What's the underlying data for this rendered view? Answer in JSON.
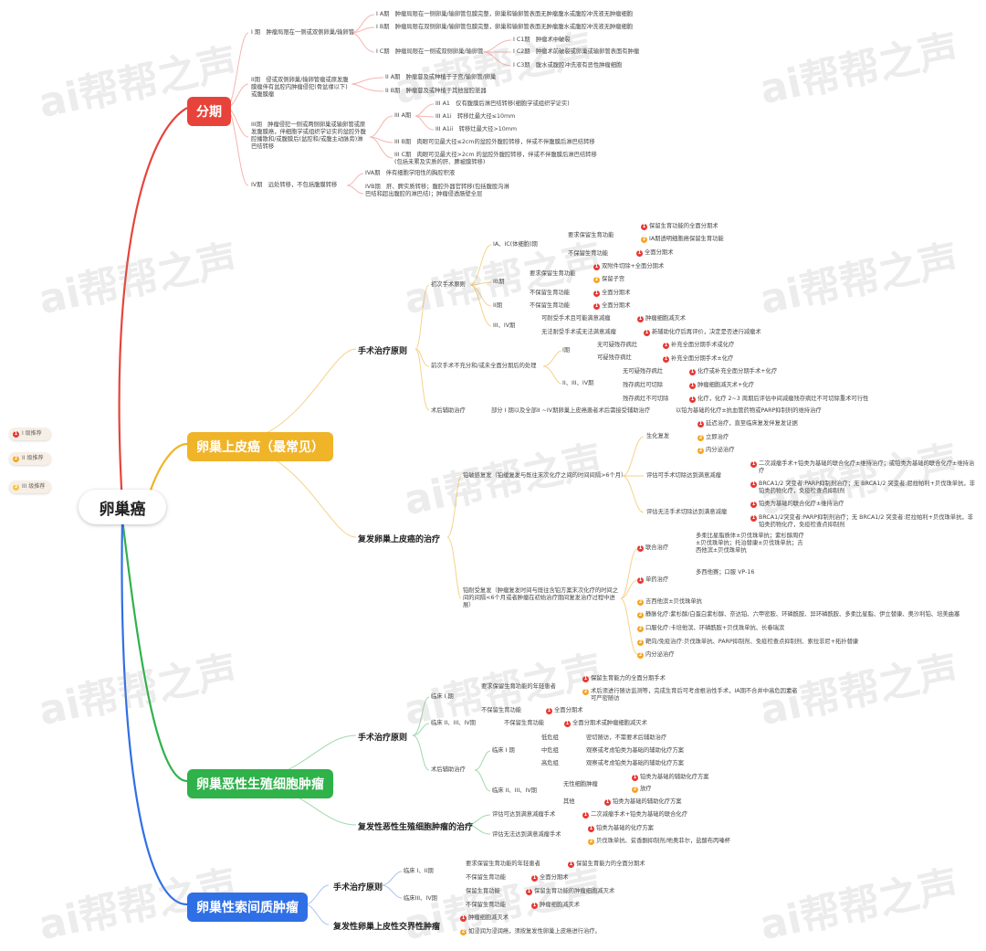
{
  "root": "卵巢癌",
  "legend": [
    "I 级推荐",
    "II 级推荐",
    "III 级推荐"
  ],
  "watermark": "ai帮帮之声",
  "colors": {
    "red": "#e8433a",
    "orange": "#f0b429",
    "green": "#2fb24a",
    "blue": "#2f6fe6"
  },
  "branches": {
    "staging": "分期",
    "epithelial": "卵巢上皮癌（最常见）",
    "germ": "卵巢恶性生殖细胞肿瘤",
    "sexcord": "卵巢性索间质肿瘤"
  },
  "staging": {
    "s1": "I 期　肿瘤局限在一侧或双侧卵巢/输卵管",
    "s1a": "I A期　肿瘤局限在一侧卵巢/输卵管包膜完整，卵巢和输卵管表面无肿瘤腹水或腹腔冲洗液无肿瘤细胞",
    "s1b": "I B期　肿瘤局限在双侧卵巢/输卵管包膜完整，卵巢和输卵管表面无肿瘤腹水或腹腔冲洗液无肿瘤细胞",
    "s1c": "I C期　肿瘤局限在一侧或双侧卵巢/输卵管",
    "s1c1": "I C1期　肿瘤术中破裂",
    "s1c2": "I C2期　肿瘤术前破裂或卵巢或输卵管表面有肿瘤",
    "s1c3": "I C3期　腹水或腹腔冲洗液有恶性肿瘤细胞",
    "s2": "II期　侵或双侧卵巢/输卵管瘤或原发腹膜瘤伴有盆腔内肿瘤侵犯(骨盆缘以下)或腹膜瘤",
    "s2a": "II A期　肿瘤蔓及或种植于子宫/输卵管/卵巢",
    "s2b": "II B期　肿瘤蔓及或种植于其他盆腔脏器",
    "s3": "III期　肿瘤侵犯一侧或两侧卵巢或输卵管或原发腹膜癌，伴细胞学或组织学证实的盆腔外腹腔播散和/或腹膜后(盆腔和/或腹主动脉旁)淋巴结转移",
    "s3a": "III A期",
    "s3a1": "III A1　仅有腹膜后淋巴结转移(细胞学或组织学证实)",
    "s3a1i": "III A1i　转移灶最大径≤10mm",
    "s3a1ii": "III A1ii　转移灶最大径>10mm",
    "s3b": "III B期　肉眼可见最大径≤2cm的盆腔外腹腔转移，伴或不伴腹膜后淋巴结转移",
    "s3c": "III C期　肉眼可见最大径>2cm 的盆腔外腹腔转移，伴或不伴腹膜后淋巴结转移(包括未累及实质的肝、脾被膜转移)",
    "s4": "IV期　远处转移，不包括腹膜转移",
    "s4a": "IVA期　伴有细胞学阳性的胸腔积液",
    "s4b": "IVB期　肝、脾实质转移；腹腔外器官转移(包括腹股沟淋巴结和超出腹腔的淋巴结)；肿瘤侵透肠壁全层"
  },
  "epi": {
    "surgery": "手术治疗原则",
    "initial": "初次手术原则",
    "ia_ic": "IA、IC(体细胞)期",
    "keep_fert": "要求保留生育功能",
    "keep_fert_full": "保留生育功能的全面分期术",
    "ia_keep": "IA期透明细胞癌保留生育功能",
    "no_fert": "不保留生育功能",
    "full_stage": "全面分期术",
    "ib": "IB期",
    "ib_keep": "要求保留生育功能",
    "ib_r1": "双附件切除+全面分期术",
    "ib_r2": "保留子宫",
    "ib_no": "不保留生育功能",
    "ib_full": "全面分期术",
    "ii": "II期",
    "ii_no": "不保留生育功能",
    "ii_full": "全面分期术",
    "iii_iv": "III、IV期",
    "iii_ok": "可耐受手术且可能满意减瘤",
    "iii_ok_r": "肿瘤细胞减灭术",
    "iii_no": "无法耐受手术或无法满意减瘤",
    "iii_no_r": "新辅助化疗后再评价，决定是否进行减瘤术",
    "incomplete": "前次手术不充分和/或未全面分期后的处理",
    "i_stage": "I期",
    "no_residual": "无可疑残存病灶",
    "no_residual_r": "补充全面分期手术或化疗",
    "residual": "可疑残存病灶",
    "residual_r": "补充全面分期手术±化疗",
    "i2_4": "II、III、IV期",
    "a1": "无可疑残存病灶",
    "a1r": "化疗或补充全面分期手术+化疗",
    "a2": "残存病灶可切除",
    "a2r": "肿瘤细胞减灭术+化疗",
    "a3": "残存病灶不可切除",
    "a3r": "化疗，化疗 2~3 周期后评估中间减瘤残存病灶不可切除重术可行性",
    "adj": "术后辅助治疗",
    "adj_t": "部分 I 期以及全部II ~IV期卵巢上皮癌患者术后需接受辅助治疗",
    "adj_r": "以铂为基础的化疗±抗血管药物或PARP抑制剂的维持治疗",
    "recur": "复发卵巢上皮癌的治疗",
    "sens": "铂敏感复发（铂缓复发与既往末次化疗之间的时间间隔>6个月）",
    "bio": "生化复发",
    "bio1": "延迟治疗，直至临床复发伴复发证据",
    "bio2": "立即治疗",
    "bio3": "内分泌治疗",
    "opt": "评估可手术切除达到满意减瘤",
    "opt1": "二次减瘤手术+铂类为基础的联合化疗±维持治疗；或铂类为基础的联合化疗±维持治疗",
    "opt2": "BRCA1/2 突变者:PARP抑制剂治疗；无 BRCA1/2 突变者:尼拉帕利+贝伐珠单抗，非铂类药物化疗，免疫检查点抑制剂",
    "nopt": "评估无法手术切除达到满意减瘤",
    "nopt1": "铂类为基础的联合化疗±维持治疗",
    "nopt2": "BRCA1/2突变者:PARP抑制剂治疗；无 BRCA1/2 突变者:尼拉帕利+贝伐珠单抗，非铂类药物化疗，免疫检查点抑制剂",
    "resist": "铂耐受复发（肿瘤复发时间与既往含铂方案末次化疗的时间之间的间隔<6个月或者肿瘤在初始治疗期间复发治疗过程中进展）",
    "combo": "联合治疗",
    "combo_t": "多柔比星脂质体±贝伐珠单抗；紫杉醇周疗±贝伐珠单抗；托泊替康±贝伐珠单抗；吉西他滨±贝伐珠单抗",
    "mono": "单药治疗",
    "mono_t": "多西他赛；口服 VP-16",
    "r3": "吉西他滨±贝伐珠单抗",
    "r4": "静脉化疗:紫杉醇/白蛋白紫杉醇、奈达铂、六甲密胺、环磷酰胺、异环磷酰胺、多柔比星脂、伊立替康、奥沙利铂、培美曲塞",
    "r5": "口服化疗:卡培他滨、环磷酰胺+贝伐珠单抗、长春瑞滨",
    "r6": "靶向/免疫治疗:贝伐珠单抗、PARP抑制剂、免疫检查点抑制剂、索拉非尼+拓扑替康",
    "r7": "内分泌治疗"
  },
  "germ": {
    "surgery": "手术治疗原则",
    "c1": "临床 I 期",
    "keep": "要求保留生育功能的年轻患者",
    "keep1": "保留生育能力的全面分期手术",
    "keep2": "术后须进行随访监测等，完成生育后可考虑根治性手术，IA期不合并中高危因素者可严密随访",
    "no": "不保留生育功能",
    "no1": "全面分期术",
    "c2": "临床 II、III、IV期",
    "c2no": "不保留生育功能",
    "c2r": "全面分期术或肿瘤细胞减灭术",
    "adj": "术后辅助治疗",
    "adj1": "临床 I 期",
    "low": "低危组",
    "low_r": "密切随访，不需要术后辅助治疗",
    "mid": "中危组",
    "mid_r": "观察或考虑铂类为基础的辅助化疗方案",
    "high": "高危组",
    "high_r": "观察或考虑铂类为基础的辅助化疗方案",
    "adj2": "临床 II、III、IV期",
    "gon": "无性细胞肿瘤",
    "gon1": "铂类为基础的辅助化疗方案",
    "gon2": "放疗",
    "other": "其他",
    "other_r": "铂类为基础的辅助化疗方案",
    "recur": "复发性恶性生殖细胞肿瘤的治疗",
    "ropt": "评估可达到满意减瘤手术",
    "ropt_r": "二次减瘤手术+铂类为基础的联合化疗",
    "rnopt": "评估无法达到满意减瘤手术",
    "rnopt1": "铂类为基础的化疗方案",
    "rnopt2": "贝伐珠单抗、贫香酮抑制剂/地奥菲尔，盐酸布丙嗪杯"
  },
  "sex": {
    "surgery": "手术治疗原则",
    "c1": "临床 I、II期",
    "keep": "要求保留生育功能的年轻患者",
    "keep_r": "保留生育能力的全面分期术",
    "no": "不保留生育功能",
    "no_r": "全面分期术",
    "c2": "临床III、IV期",
    "c2keep": "保留生育功能",
    "c2keep_r": "保留生育功能的肿瘤细胞减灭术",
    "c2no": "不保留生育功能",
    "c2no_r": "肿瘤细胞减灭术",
    "recur": "复发性卵巢上皮性交界性肿瘤",
    "r1": "肿瘤细胞减灭术",
    "r2": "如浸润为浸润癌，须按复发性卵巢上皮癌进行治疗。"
  }
}
